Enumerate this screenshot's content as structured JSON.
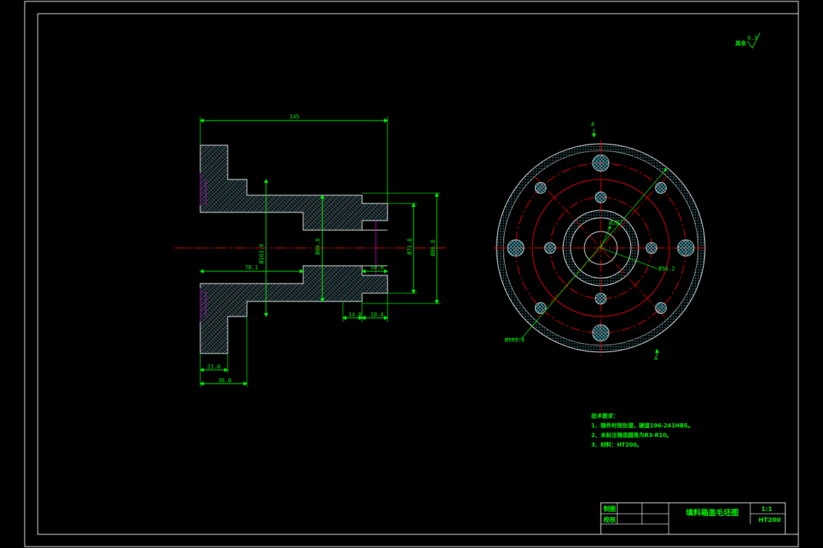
{
  "roughness": {
    "label": "其余",
    "value": "6.3"
  },
  "section_view": {
    "dims": {
      "overall_length": "145",
      "bore_dia_1": "Ø103.0",
      "bore_dia_2": "Ø84.0",
      "bore_dia_3": "Ø71.0",
      "outer_dia": "Ø86.0",
      "len_bore": "78.1",
      "len_right": "10.0",
      "len_a": "14.8",
      "len_b": "10.4",
      "flange_1": "21.0",
      "flange_2": "36.0"
    }
  },
  "end_view": {
    "section_mark": "A",
    "dims": {
      "pcd": "Ø163.0",
      "hub": "Ø28",
      "inner": "Ø56.2"
    }
  },
  "tech_notes": {
    "title": "技术要求：",
    "items": [
      "1、铸件时效处理，硬度196-241HBS。",
      "2、未标注铸造圆角为R3-R10。",
      "3、材料：HT200。"
    ]
  },
  "title_block": {
    "drawn_label": "制图",
    "checked_label": "校核",
    "drawing_title": "填料箱盖毛坯图",
    "scale": "1:1",
    "material": "HT200"
  },
  "colors": {
    "outline": "#ffffff",
    "dimension": "#00ff00",
    "centerline": "#ff0000",
    "hatch_red": "#cc2222",
    "hatch_cyan": "#4fd0e0",
    "hatch_purple": "#cc00cc"
  }
}
